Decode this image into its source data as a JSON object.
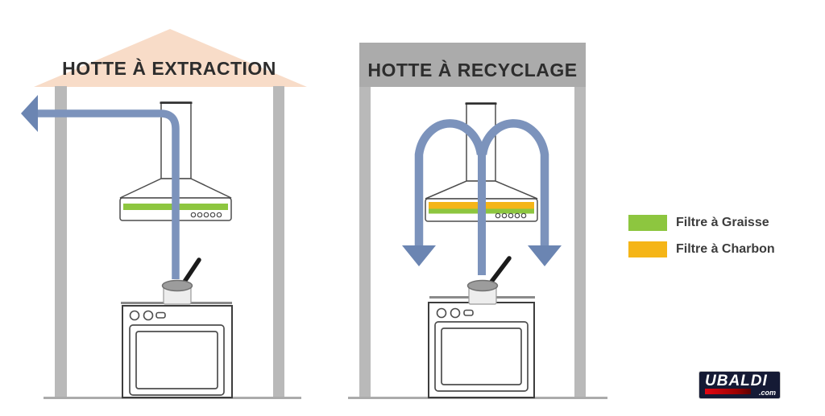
{
  "left_panel": {
    "title": "HOTTE À EXTRACTION"
  },
  "right_panel": {
    "title": "HOTTE À RECYCLAGE"
  },
  "filters": {
    "grease": {
      "label": "Filtre à Graisse",
      "color": "#8DC63F"
    },
    "charcoal": {
      "label": "Filtre à Charbon",
      "color": "#F5B517"
    }
  },
  "colors": {
    "airflow_line": "#7C93BC",
    "airflow_arrowhead": "#6B85B2",
    "roof": "#F8DCC8",
    "wall": "#B9B9B9",
    "banner": "#ABABAB"
  },
  "logo": {
    "brand": "UBALDI",
    "suffix": ".com"
  }
}
